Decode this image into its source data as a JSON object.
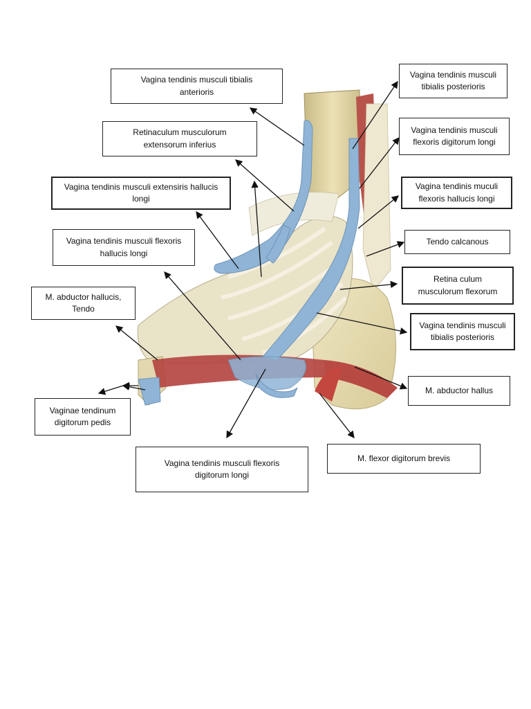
{
  "labels": {
    "vt_tib_ant": "Vagina tendinis musculi tibialis\nanterioris",
    "ret_ext_inf": "Retinaculum musculorum\nextensorum inferius",
    "vt_ext_hall": "Vagina tendinis musculi extensiris hallucis\nlongi",
    "vt_flex_hall_left": "Vagina tendinis musculi flexoris\nhallucis longi",
    "abd_hall_tendo": "M. abductor hallucis,\nTendo",
    "vag_dig_pedis": "Vaginae tendinum\ndigitorum pedis",
    "vt_flex_dig_bottom": "Vagina tendinis musculi flexoris\ndigitorum longi",
    "flex_dig_brevis": "M. flexor digitorum brevis",
    "vt_tib_post_top": "Vagina tendinis musculi\ntibialis posterioris",
    "vt_flex_dig_right": "Vagina tendinis musculi\nflexoris digitorum longi",
    "vt_flex_hall_right": "Vagina tendinis muculi\nflexoris hallucis longi",
    "tendo_calc": "Tendo calcanous",
    "ret_flex": "Retina culum\nmusculorum  flexorum",
    "vt_tib_post_mid": "Vagina tendinis musculi\ntibialis posterioris",
    "abd_hallus": "M. abductor hallus"
  },
  "colors": {
    "sheath": "#8fb4d6",
    "bone": "#e6dcb0",
    "ligament": "#efeadc",
    "muscle": "#b4423f",
    "leader": "#111111"
  }
}
